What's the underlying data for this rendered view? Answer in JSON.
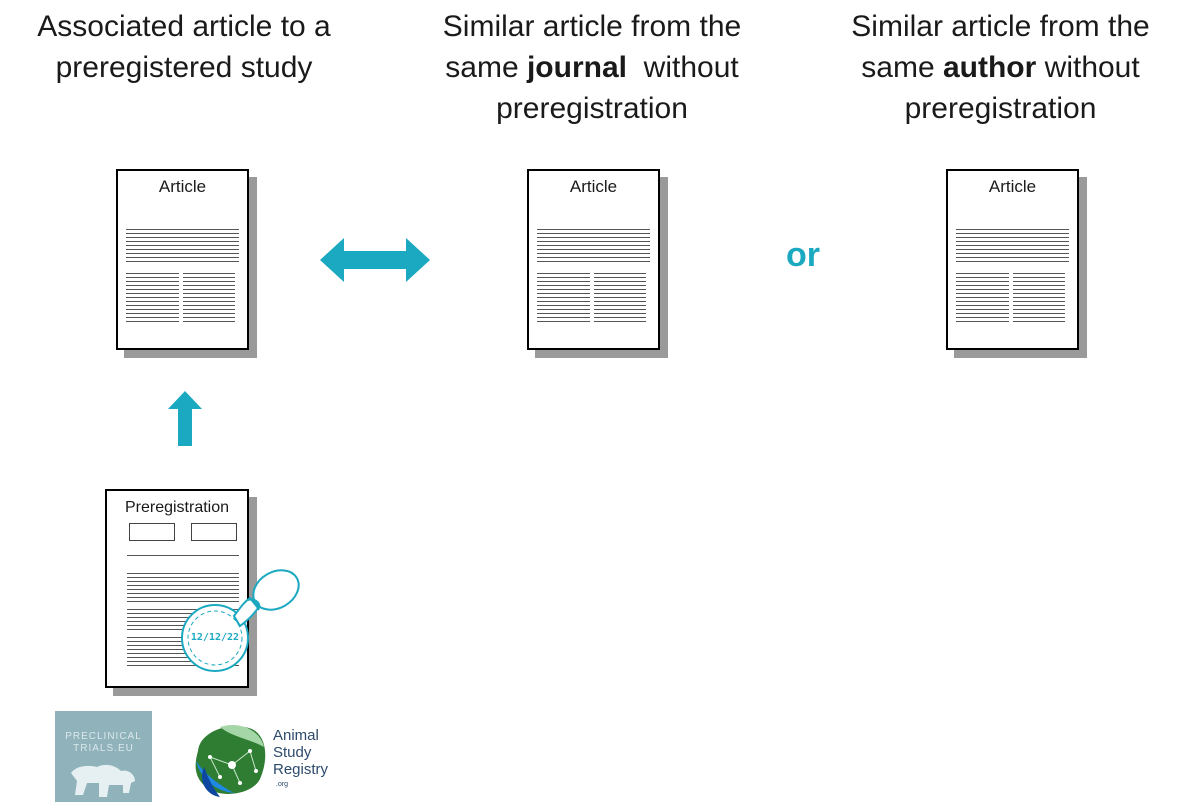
{
  "headings": {
    "col1": {
      "line1": "Associated article to a",
      "line2": "preregistered study"
    },
    "col2": {
      "line1": "Similar article from the",
      "line2_pre": "same ",
      "line2_bold": "journal",
      "line2_post": "  without",
      "line3": "preregistration"
    },
    "col3": {
      "line1": "Similar article from the",
      "line2_pre": "same ",
      "line2_bold": "author",
      "line2_post": " without",
      "line3": "preregistration"
    }
  },
  "documents": {
    "article_label": "Article",
    "prereg_label": "Preregistration"
  },
  "connector": {
    "or_label": "or"
  },
  "stamp": {
    "date": "12/12/22"
  },
  "logos": {
    "preclinical": {
      "line1": "PRECLINICAL",
      "line2": "TRIALS.EU"
    },
    "animal_study_registry": {
      "line1": "Animal",
      "line2": "Study",
      "line3": "Registry",
      "suffix": ".org"
    }
  },
  "colors": {
    "accent": "#1ba9c1",
    "shadow": "#9a9a9a",
    "logo1_bg": "#8fb2bb"
  }
}
